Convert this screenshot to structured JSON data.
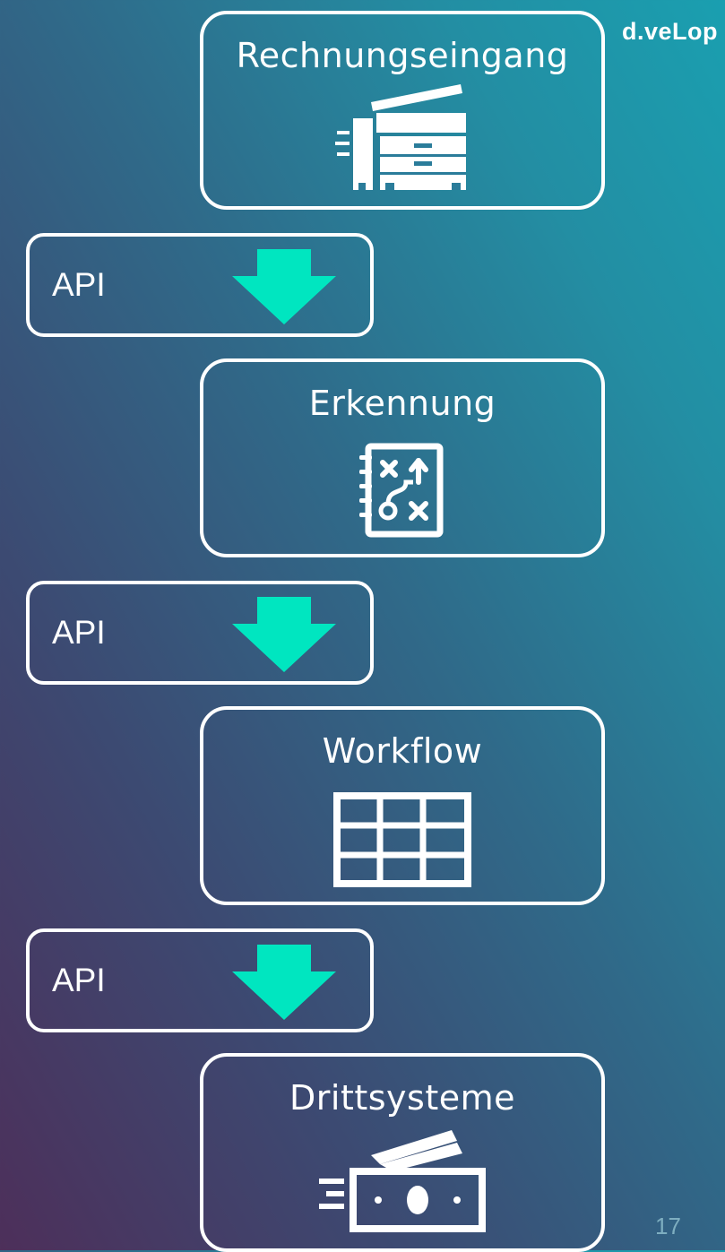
{
  "brand": "d.veLop",
  "page_number": "17",
  "stages": [
    {
      "title": "Rechnungseingang",
      "icon": "copier-icon"
    },
    {
      "title": "Erkennung",
      "icon": "strategy-board-icon"
    },
    {
      "title": "Workflow",
      "icon": "table-icon"
    },
    {
      "title": "Drittsysteme",
      "icon": "fast-money-icon"
    }
  ],
  "connectors": [
    {
      "label": "API",
      "icon": "arrow-down-icon"
    },
    {
      "label": "API",
      "icon": "arrow-down-icon"
    },
    {
      "label": "API",
      "icon": "arrow-down-icon"
    }
  ],
  "colors": {
    "accent": "#00e6c0",
    "border": "#ffffff",
    "background_start": "#4d2f5a",
    "background_end": "#1a9fb0"
  }
}
